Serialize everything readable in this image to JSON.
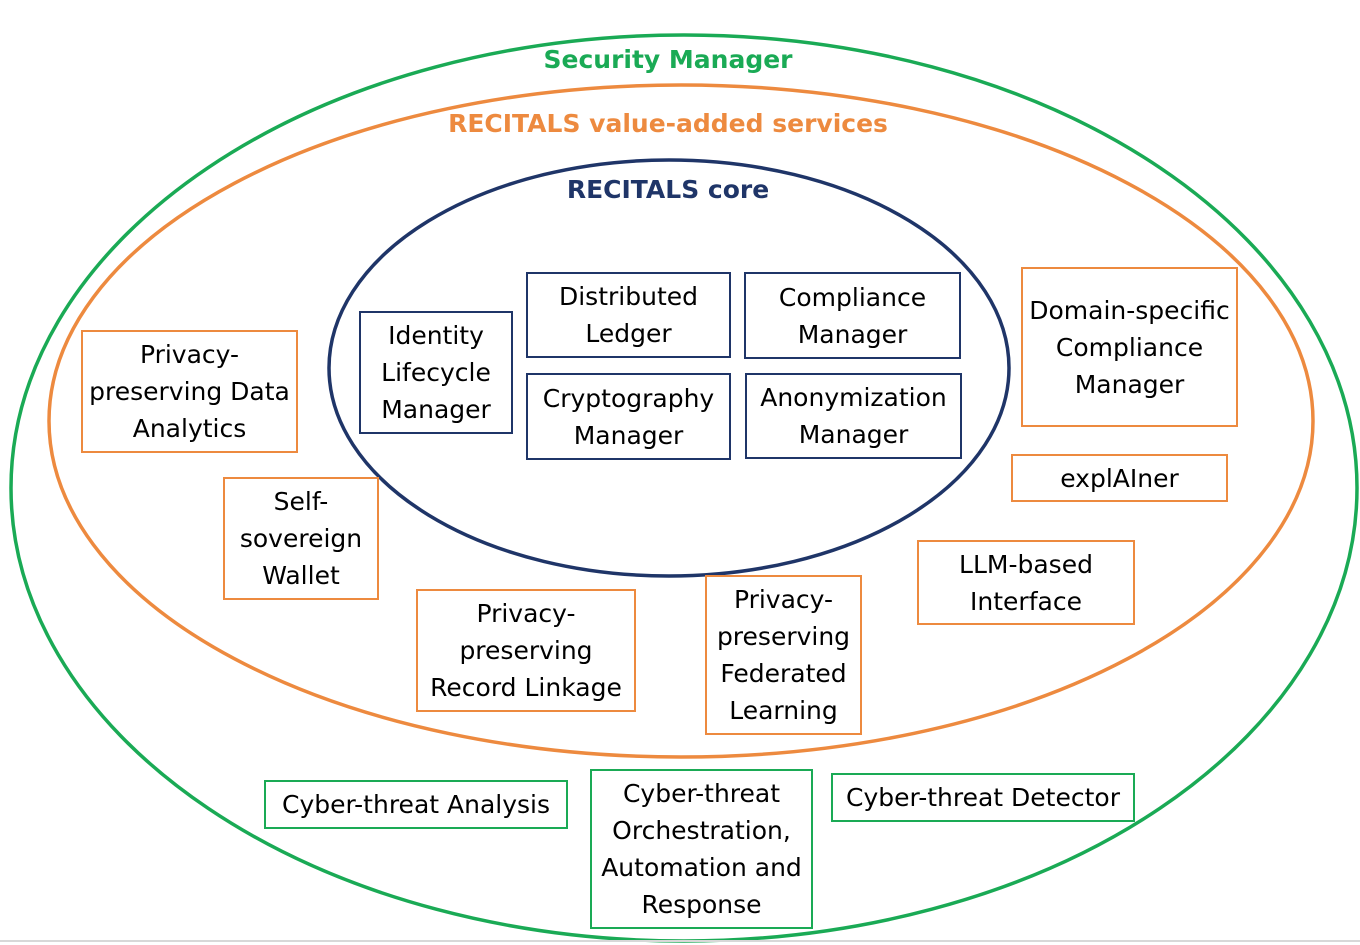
{
  "colors": {
    "security": "#1aaa55",
    "services": "#ed8a3f",
    "core": "#1f3568"
  },
  "layers": {
    "security_label": "Security Manager",
    "services_label": "RECITALS value-added services",
    "core_label": "RECITALS core"
  },
  "core_components": [
    {
      "key": "identity",
      "label": "Identity Lifecycle Manager"
    },
    {
      "key": "ledger",
      "label": "Distributed Ledger"
    },
    {
      "key": "compliance",
      "label": "Compliance Manager"
    },
    {
      "key": "crypto",
      "label": "Cryptography Manager"
    },
    {
      "key": "anonymization",
      "label": "Anonymization Manager"
    }
  ],
  "services": [
    {
      "key": "ppda",
      "label": "Privacy-preserving Data Analytics"
    },
    {
      "key": "wallet",
      "label": "Self-sovereign Wallet"
    },
    {
      "key": "pprl",
      "label": "Privacy-preserving Record Linkage"
    },
    {
      "key": "ppfl",
      "label": "Privacy-preserving Federated Learning"
    },
    {
      "key": "llm",
      "label": "LLM-based Interface"
    },
    {
      "key": "domain",
      "label": "Domain-specific Compliance Manager"
    },
    {
      "key": "explainer",
      "label": "explAIner"
    }
  ],
  "security_components": [
    {
      "key": "analysis",
      "label": "Cyber-threat Analysis"
    },
    {
      "key": "soar",
      "label": "Cyber-threat Orchestration, Automation and Response"
    },
    {
      "key": "detector",
      "label": "Cyber-threat Detector"
    }
  ]
}
